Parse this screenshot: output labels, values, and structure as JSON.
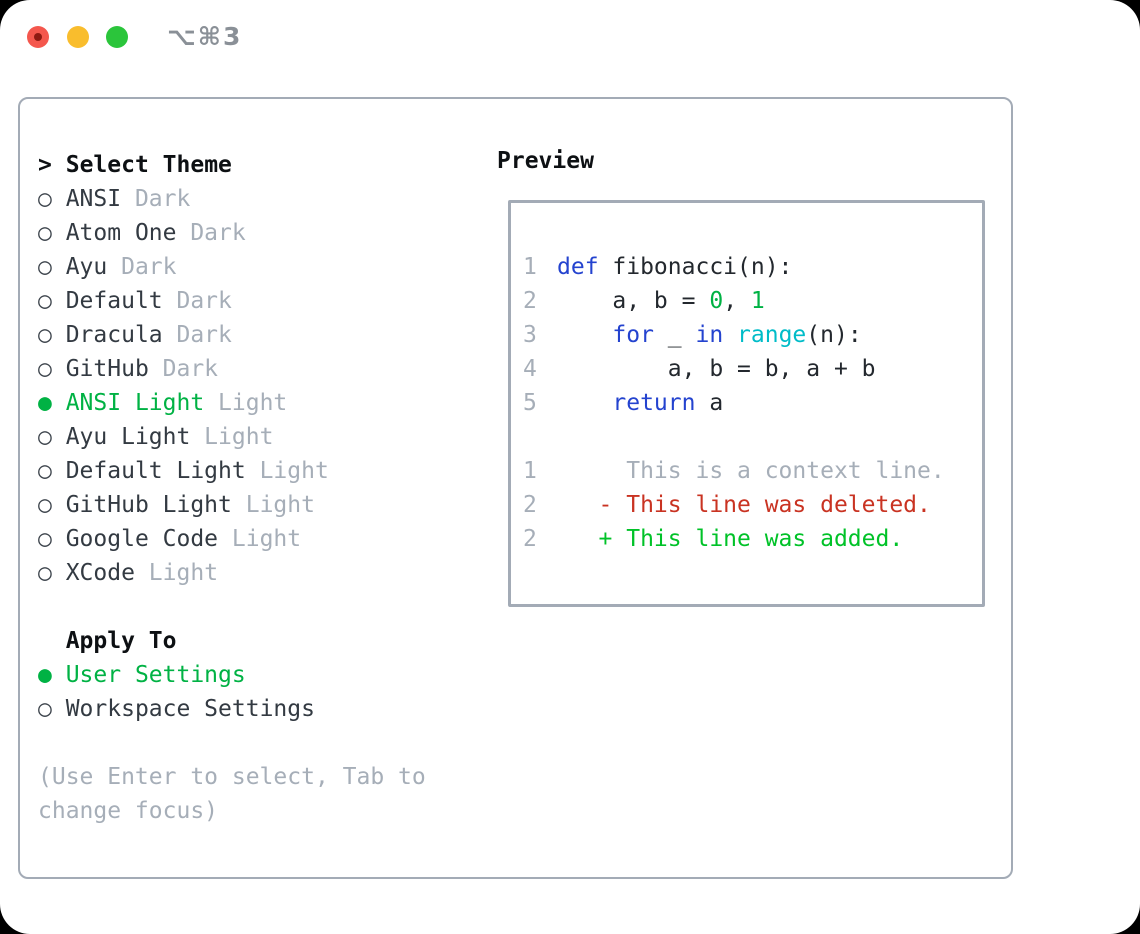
{
  "window": {
    "title": "⌥⌘3"
  },
  "colors": {
    "header": "#0d1013",
    "item": "#333a42",
    "muted": "#a6aeb8",
    "green": "#00b244",
    "added_green": "#00c228",
    "blue": "#2443cf",
    "cyan": "#00bcc8",
    "red": "#c93322",
    "border": "#a3abb6",
    "traffic_red": "#f4574d",
    "traffic_red_dot": "#8e1a12",
    "traffic_yellow": "#f9bd2d",
    "traffic_green": "#2bc53b",
    "title_gray": "#8a9097"
  },
  "theme_selector": {
    "prompt": ">",
    "header": "Select Theme",
    "items": [
      {
        "name": "ANSI",
        "suffix": "Dark",
        "selected": false
      },
      {
        "name": "Atom One",
        "suffix": "Dark",
        "selected": false
      },
      {
        "name": "Ayu",
        "suffix": "Dark",
        "selected": false
      },
      {
        "name": "Default",
        "suffix": "Dark",
        "selected": false
      },
      {
        "name": "Dracula",
        "suffix": "Dark",
        "selected": false
      },
      {
        "name": "GitHub",
        "suffix": "Dark",
        "selected": false
      },
      {
        "name": "ANSI Light",
        "suffix": "Light",
        "selected": true
      },
      {
        "name": "Ayu Light",
        "suffix": "Light",
        "selected": false
      },
      {
        "name": "Default Light",
        "suffix": "Light",
        "selected": false
      },
      {
        "name": "GitHub Light",
        "suffix": "Light",
        "selected": false
      },
      {
        "name": "Google Code",
        "suffix": "Light",
        "selected": false
      },
      {
        "name": "XCode",
        "suffix": "Light",
        "selected": false
      }
    ]
  },
  "apply_to": {
    "header": "Apply To",
    "options": [
      {
        "label": "User Settings",
        "selected": true
      },
      {
        "label": "Workspace Settings",
        "selected": false
      }
    ]
  },
  "help_lines": [
    "(Use Enter to select, Tab to",
    "change focus)"
  ],
  "preview": {
    "header": "Preview",
    "code_lines": [
      {
        "num": "1",
        "segs": [
          [
            "blue",
            "def"
          ],
          [
            "fg",
            " fibonacci(n):"
          ]
        ]
      },
      {
        "num": "2",
        "segs": [
          [
            "fg",
            "    a, b = "
          ],
          [
            "green",
            "0"
          ],
          [
            "fg",
            ", "
          ],
          [
            "green",
            "1"
          ]
        ]
      },
      {
        "num": "3",
        "segs": [
          [
            "fg",
            "    "
          ],
          [
            "blue",
            "for"
          ],
          [
            "fg",
            " _ "
          ],
          [
            "blue",
            "in"
          ],
          [
            "fg",
            " "
          ],
          [
            "cyan",
            "range"
          ],
          [
            "fg",
            "(n):"
          ]
        ]
      },
      {
        "num": "4",
        "segs": [
          [
            "fg",
            "        a, b = b, a + b"
          ]
        ]
      },
      {
        "num": "5",
        "segs": [
          [
            "fg",
            "    "
          ],
          [
            "blue",
            "return"
          ],
          [
            "fg",
            " a"
          ]
        ]
      }
    ],
    "diff_lines": [
      {
        "num": "1",
        "kind": "context",
        "segs": [
          [
            "muted",
            "     This is a context line."
          ]
        ]
      },
      {
        "num": "2",
        "kind": "deleted",
        "segs": [
          [
            "red",
            "   - This line was deleted."
          ]
        ]
      },
      {
        "num": "2",
        "kind": "added",
        "segs": [
          [
            "added",
            "   + This line was added."
          ]
        ]
      }
    ]
  }
}
